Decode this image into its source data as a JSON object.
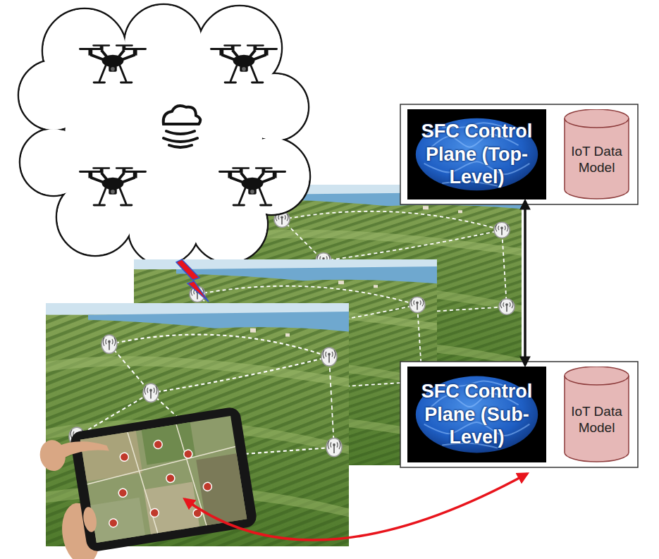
{
  "diagram": {
    "nodes": [
      {
        "text": [
          "SFC Control Plane (Top-Level)"
        ]
      },
      {
        "text": [
          "IoT Data Model"
        ]
      },
      {
        "text": [
          "SFC Control Plane (Sub-Level)"
        ]
      },
      {
        "text": [
          "IoT Data Model"
        ]
      }
    ],
    "edges": [
      {
        "from": 0,
        "to": 2,
        "arrow": "both"
      }
    ]
  }
}
